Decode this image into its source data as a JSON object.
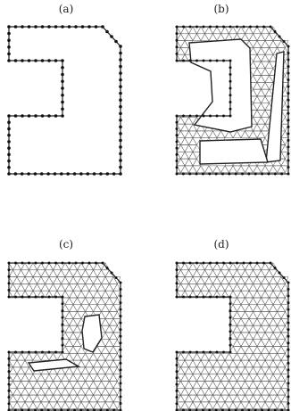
{
  "panels": [
    {
      "label": "(a)"
    },
    {
      "label": "(b)"
    },
    {
      "label": "(c)"
    },
    {
      "label": "(d)"
    }
  ],
  "colors": {
    "stroke": "#222222",
    "mesh": "#555555",
    "node": "#111111",
    "background": "#ffffff"
  }
}
